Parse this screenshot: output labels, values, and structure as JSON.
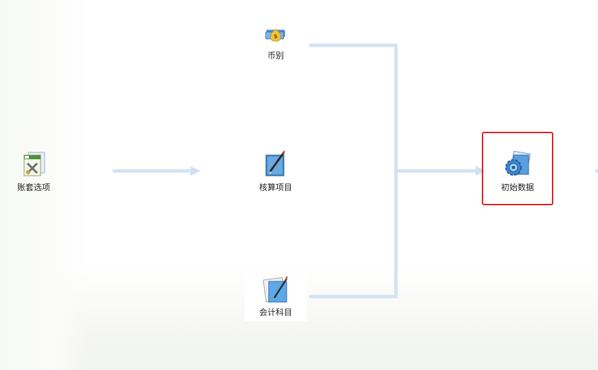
{
  "nodes": {
    "account_options": {
      "label": "账套选项",
      "icon": "account-options-icon"
    },
    "currency": {
      "label": "币别",
      "icon": "money-bag-icon"
    },
    "accounting_items": {
      "label": "核算项目",
      "icon": "ledger-pen-icon"
    },
    "accounts": {
      "label": "会计科目",
      "icon": "document-pen-icon"
    },
    "initial_data": {
      "label": "初始数据",
      "icon": "gear-document-icon"
    }
  },
  "selected": "initial_data",
  "colors": {
    "connector": "#d3e3f3",
    "arrow": "#cfe0f1",
    "highlight": "#e02020"
  }
}
